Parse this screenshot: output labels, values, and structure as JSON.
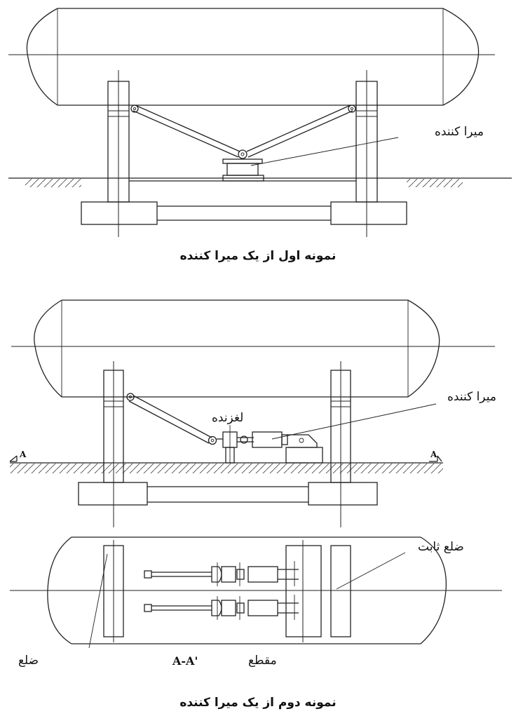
{
  "figure1": {
    "damper_label": "میرا کننده",
    "caption": "نمونه اول از یک میرا کننده"
  },
  "figure2": {
    "slider_label": "لغزنده",
    "damper_label": "میرا کننده",
    "section_marker_left": "A",
    "section_marker_right": "A"
  },
  "figure3": {
    "fixed_side_label": "ضلع ثابت",
    "side_label": "ضلع",
    "section_word": "مقطع",
    "section_name": "A-A'",
    "caption": "نمونه دوم از یک میرا کننده"
  }
}
